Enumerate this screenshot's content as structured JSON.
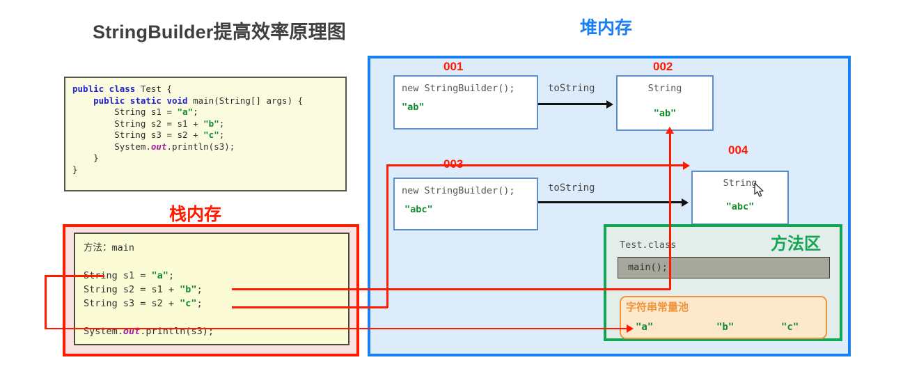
{
  "title": "StringBuilder提高效率原理图",
  "source_code": {
    "lines": [
      "public class Test {",
      "    public static void main(String[] args) {",
      "        String s1 = \"a\";",
      "        String s2 = s1 + \"b\";",
      "        String s3 = s2 + \"c\";",
      "        System.out.println(s3);",
      "    }",
      "}"
    ]
  },
  "heap": {
    "title": "堆内存",
    "border_color": "#1a7ff5",
    "fill_color": "#ddecfb",
    "objects": [
      {
        "id": "001",
        "line1": "new StringBuilder();",
        "line2": "\"ab\""
      },
      {
        "id": "002",
        "type": "String",
        "value": "\"ab\""
      },
      {
        "id": "003",
        "line1": "new StringBuilder();",
        "line2": "\"abc\""
      },
      {
        "id": "004",
        "type": "String",
        "value": "\"abc\""
      }
    ],
    "edge_labels": [
      "toString",
      "toString"
    ]
  },
  "stack": {
    "title": "栈内存",
    "border_color": "#ff1a00",
    "fill_color": "#fbe2e2",
    "frame_label": "方法：main",
    "lines": [
      "String s1 = \"a\";",
      "String s2 = s1 + \"b\";",
      "String s3 = s2 + \"c\";",
      "System.out.println(s3);"
    ]
  },
  "method_area": {
    "title": "方法区",
    "border_color": "#11a651",
    "fill_color": "#e3eeea",
    "class_label": "Test.class",
    "method_label": "main();",
    "string_pool": {
      "title": "字符串常量池",
      "border_color": "#f0943a",
      "fill_color": "#fbe8cd",
      "values": [
        "\"a\"",
        "\"b\"",
        "\"c\""
      ]
    }
  },
  "cursor": {
    "icon": "mouse-pointer-icon"
  }
}
